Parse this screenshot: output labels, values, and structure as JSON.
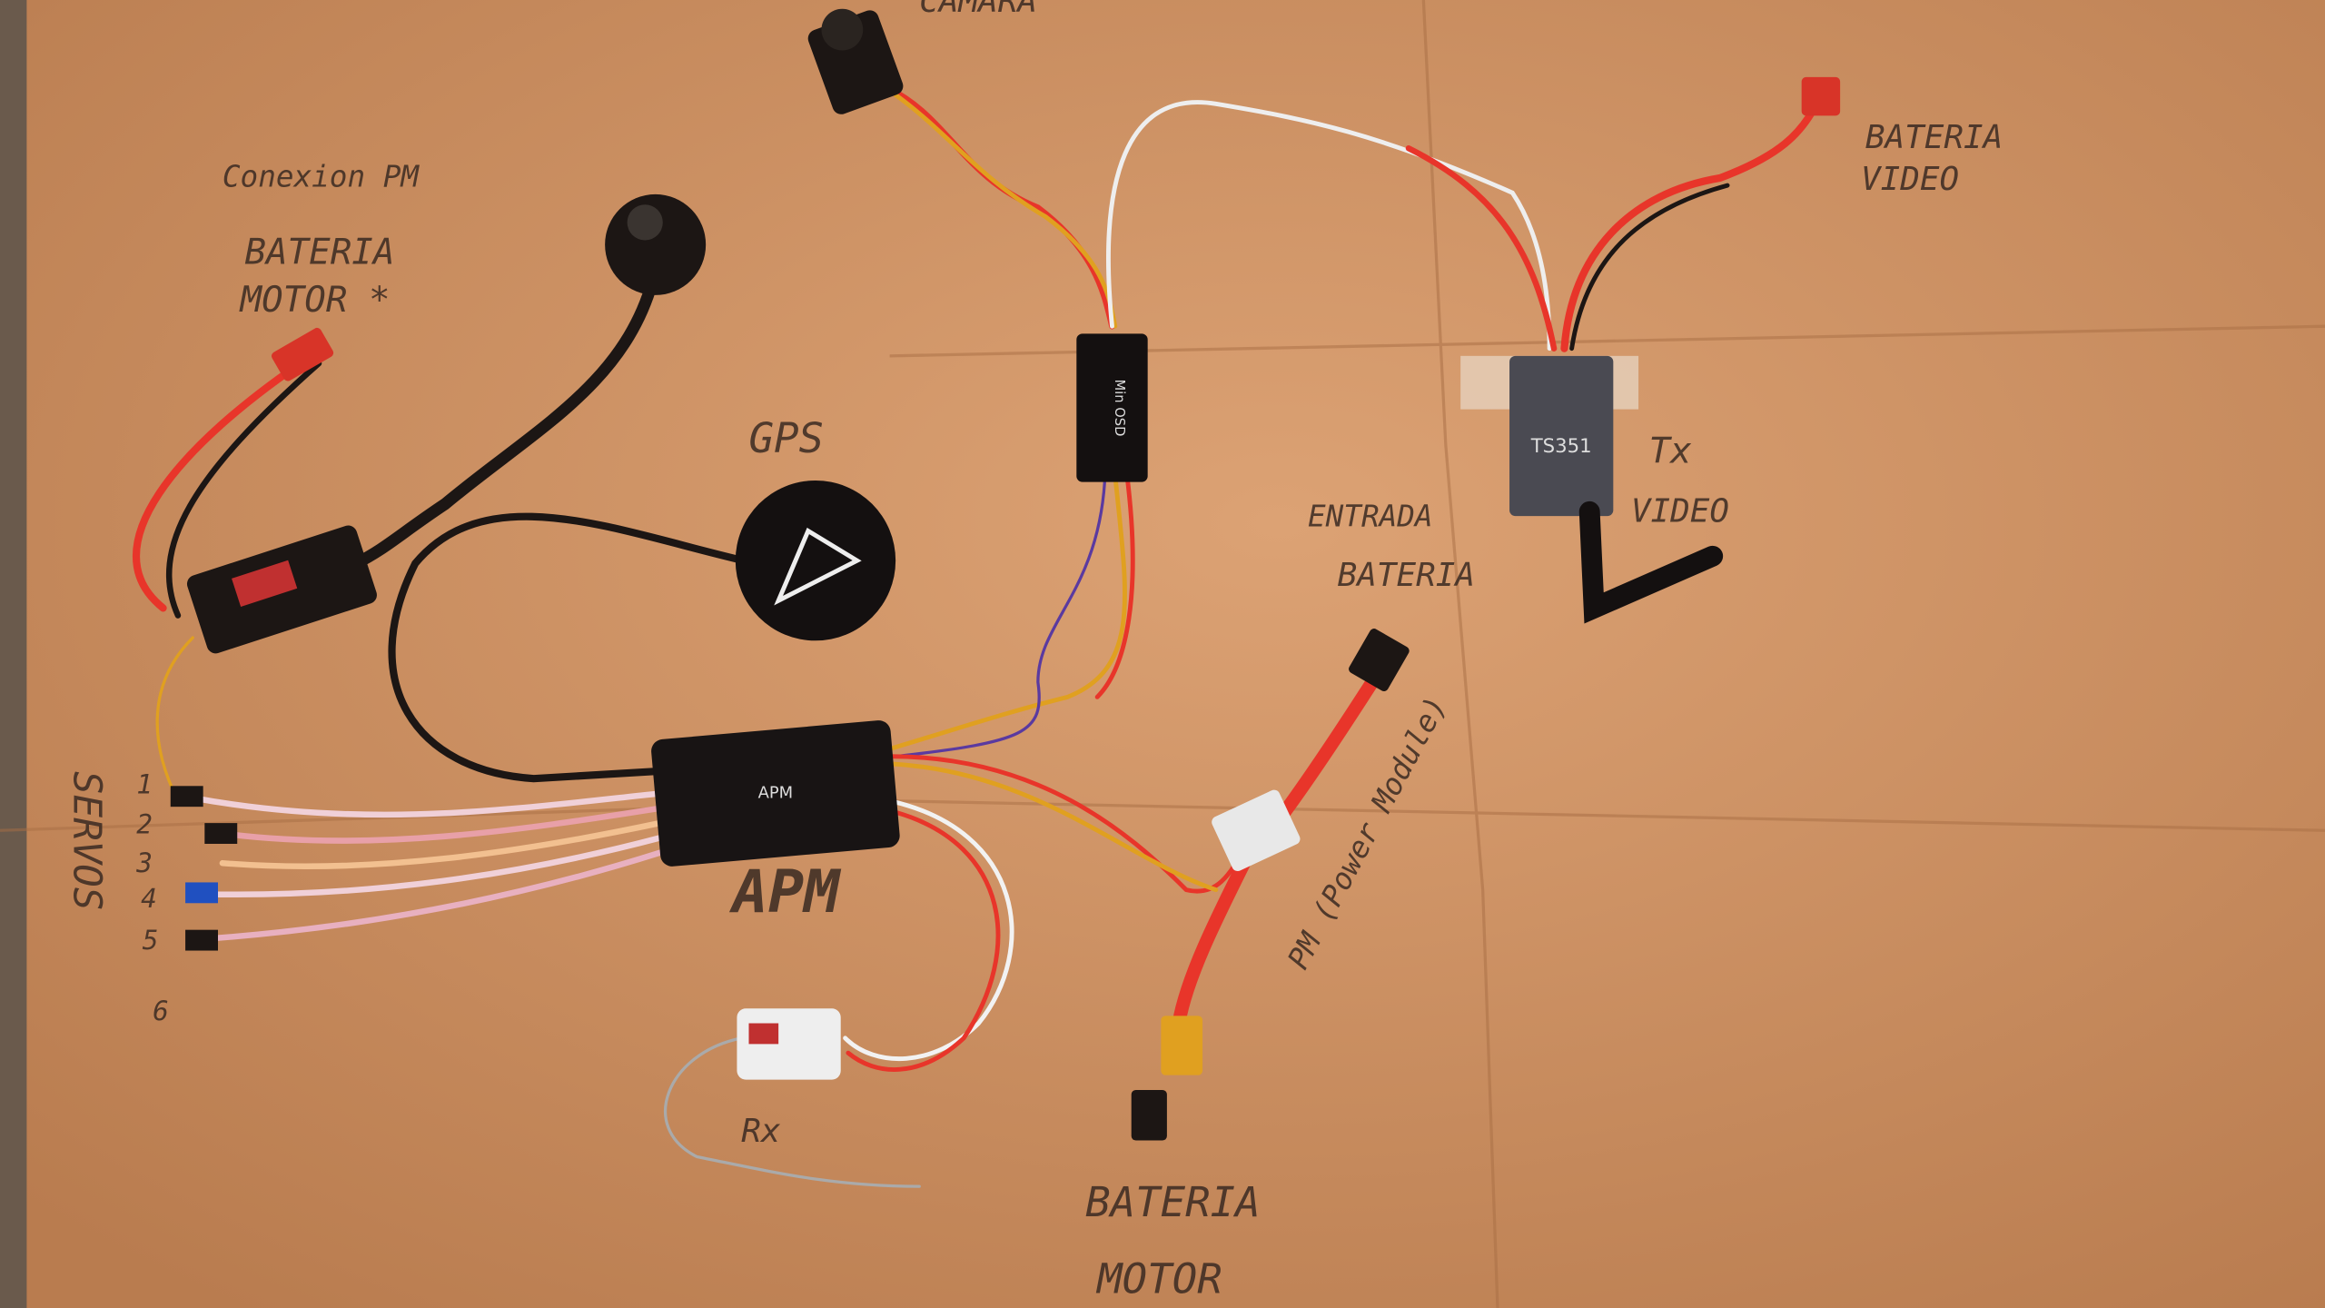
{
  "labels": {
    "camera": "CAMARA",
    "conexion_pm": "Conexion PM",
    "bateria_motor_top_1": "BATERIA",
    "bateria_motor_top_2": "MOTOR *",
    "gps": "GPS",
    "entrada_1": "ENTRADA",
    "entrada_2": "BATERIA",
    "tx_video_1": "Tx",
    "tx_video_2": "VIDEO",
    "bateria_video_1": "BATERIA",
    "bateria_video_2": "VIDEO",
    "apm": "APM",
    "servos": "SERVOS",
    "servo_numbers": [
      "1",
      "2",
      "3",
      "4",
      "5",
      "6"
    ],
    "pm": "PM (Power Module)",
    "rx": "Rx",
    "bateria_motor_bottom_1": "BATERIA",
    "bateria_motor_bottom_2": "MOTOR"
  },
  "device_text": {
    "osd": "Min OSD",
    "apm_board": "APM",
    "vtx": "TS351"
  },
  "colors": {
    "paper": "#c98a5a",
    "red_wire": "#e8352a",
    "black": "#1c1614"
  }
}
